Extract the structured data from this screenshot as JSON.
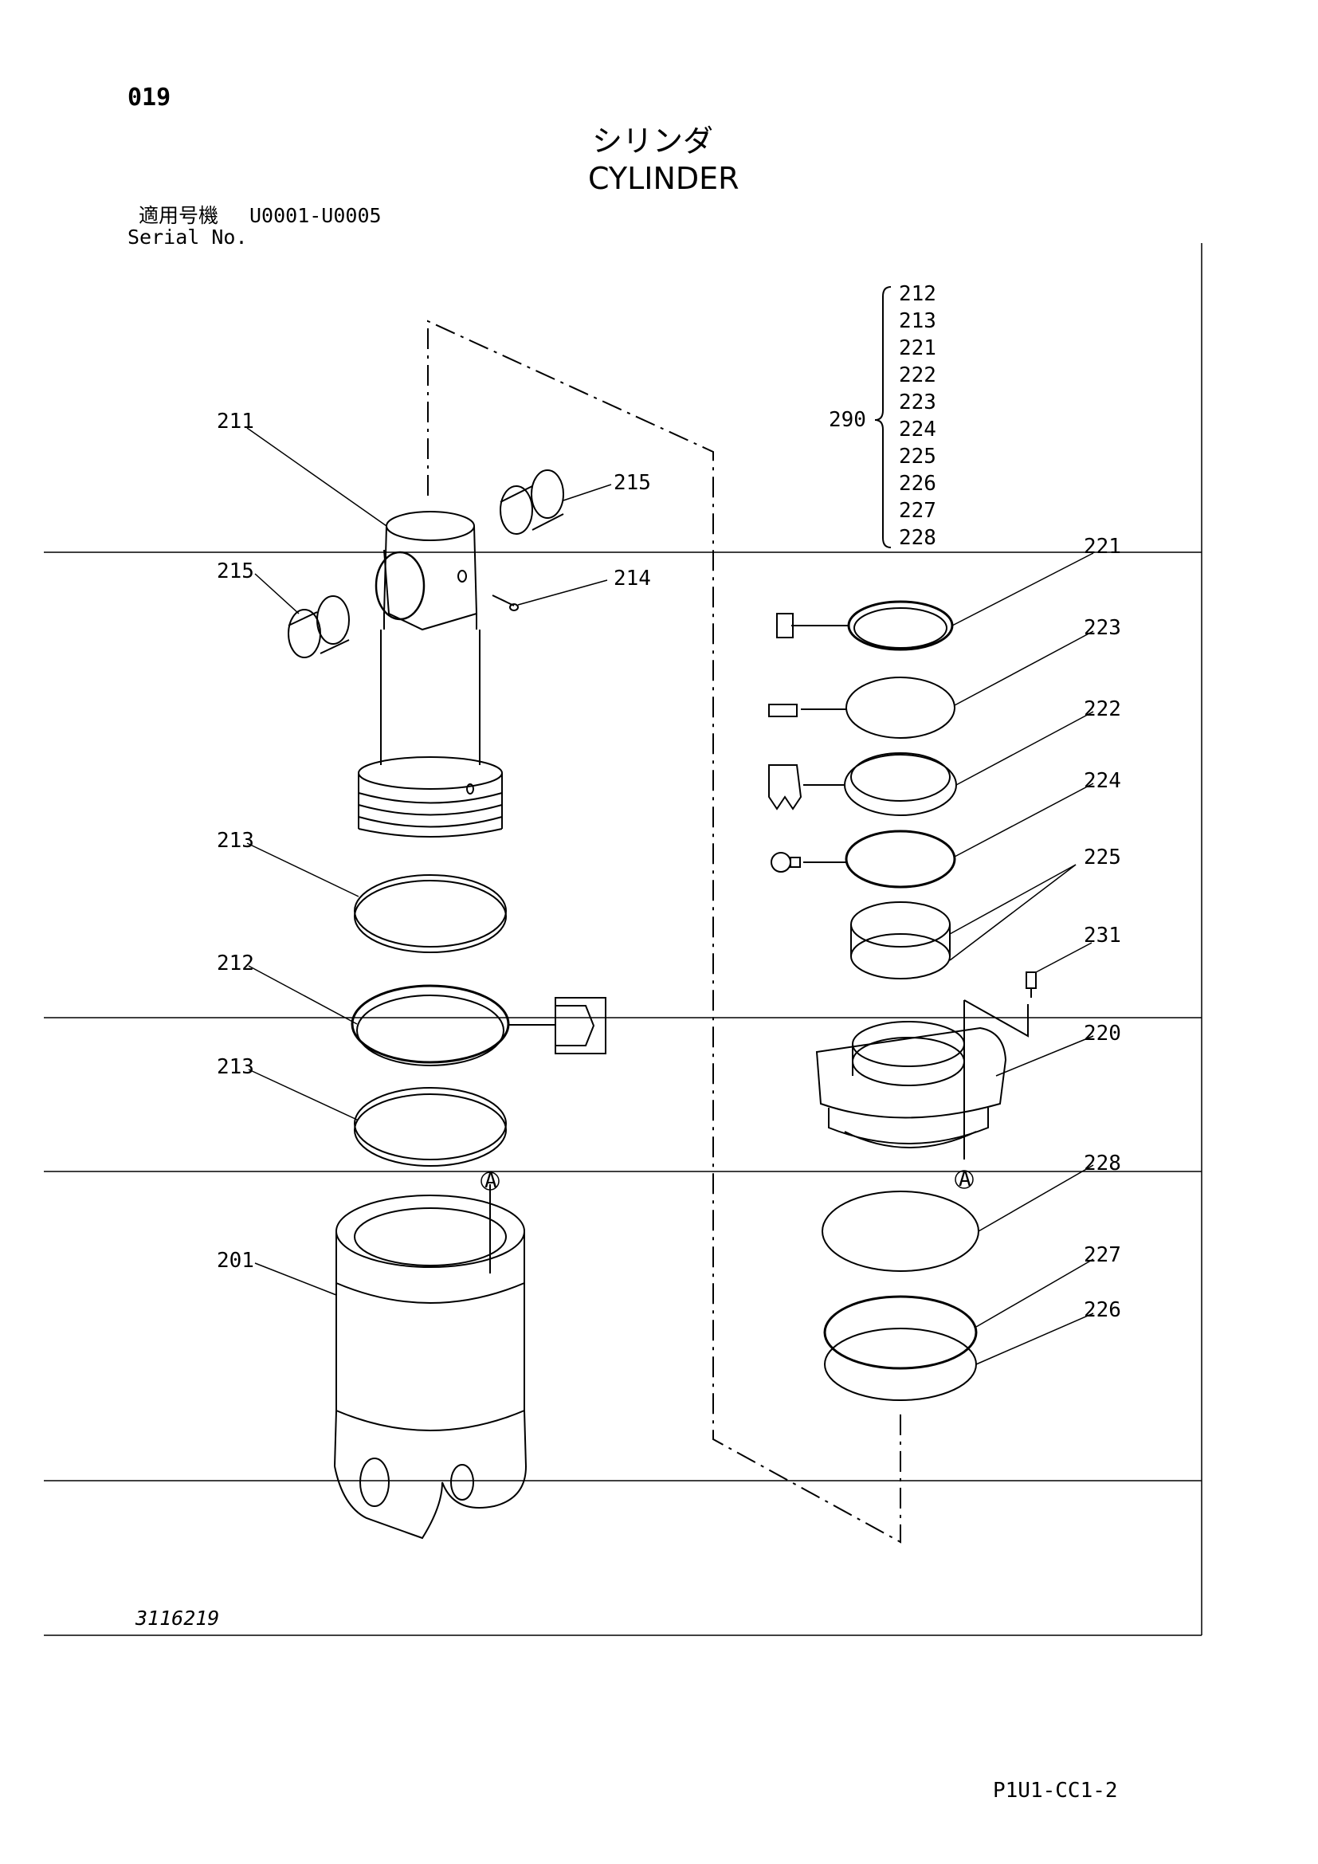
{
  "page": {
    "page_number": "019",
    "title_jp": "シリンダ",
    "title_en": "CYLINDER",
    "serial_label_jp": "適用号機",
    "serial_range": "U0001-U0005",
    "serial_label_en": "Serial No.",
    "drawing_number": "3116219",
    "page_code": "P1U1-CC1-2"
  },
  "kit": {
    "label": "290",
    "items": [
      "212",
      "213",
      "221",
      "222",
      "223",
      "224",
      "225",
      "226",
      "227",
      "228"
    ]
  },
  "callouts": {
    "c211": "211",
    "c215a": "215",
    "c215b": "215",
    "c214": "214",
    "c213a": "213",
    "c212": "212",
    "c213b": "213",
    "c201": "201",
    "c221": "221",
    "c223": "223",
    "c222": "222",
    "c224": "224",
    "c225": "225",
    "c231": "231",
    "c220": "220",
    "c228": "228",
    "c227": "227",
    "c226": "226"
  },
  "markers": {
    "a_left": "A",
    "a_right": "A"
  }
}
